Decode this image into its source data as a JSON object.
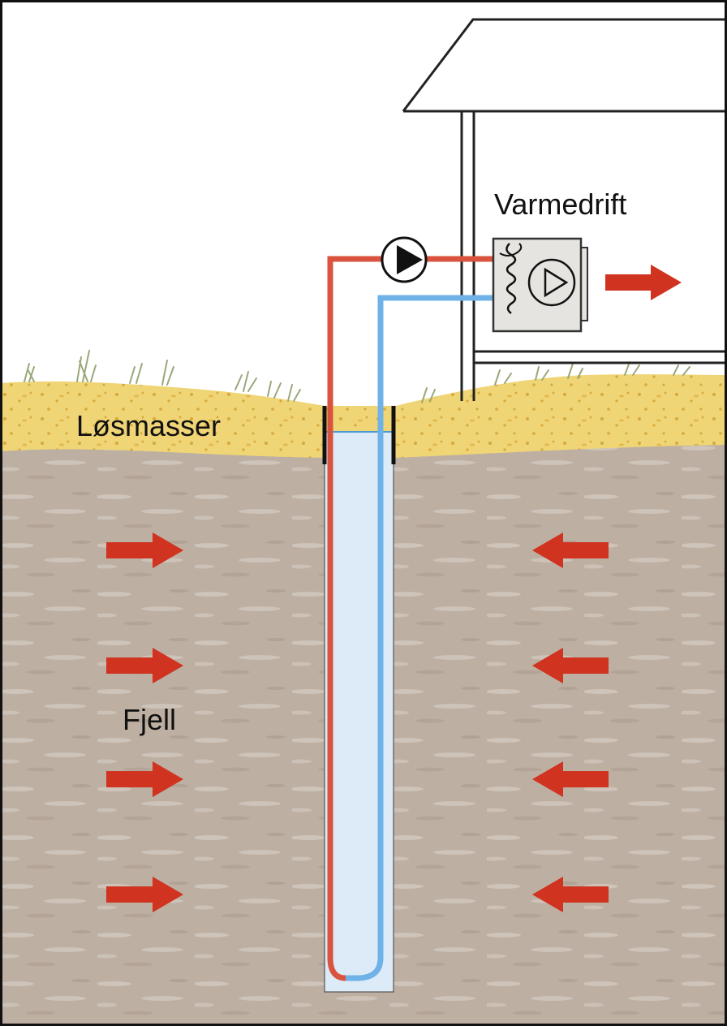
{
  "labels": {
    "heating": "Varmedrift",
    "soil": "Løsmasser",
    "bedrock": "Fjell"
  },
  "colors": {
    "hot_pipe": "#d9533f",
    "cold_pipe": "#6fb2e8",
    "heat_arrow": "#d0331f",
    "soil": "#efd575",
    "soil_dots": "#d9a83a",
    "bedrock": "#bfb1a4",
    "well_water": "#dcebf7",
    "heat_pump_box": "#e6e4e0",
    "grass": "#9aa87a"
  },
  "icons": {
    "circulation_pump": "pump-triangle-icon",
    "heat_pump": "heat-pump-icon",
    "output_arrow": "right-arrow-icon"
  },
  "heat_flow": {
    "left_arrows": 4,
    "right_arrows": 4,
    "direction": "toward-well"
  }
}
